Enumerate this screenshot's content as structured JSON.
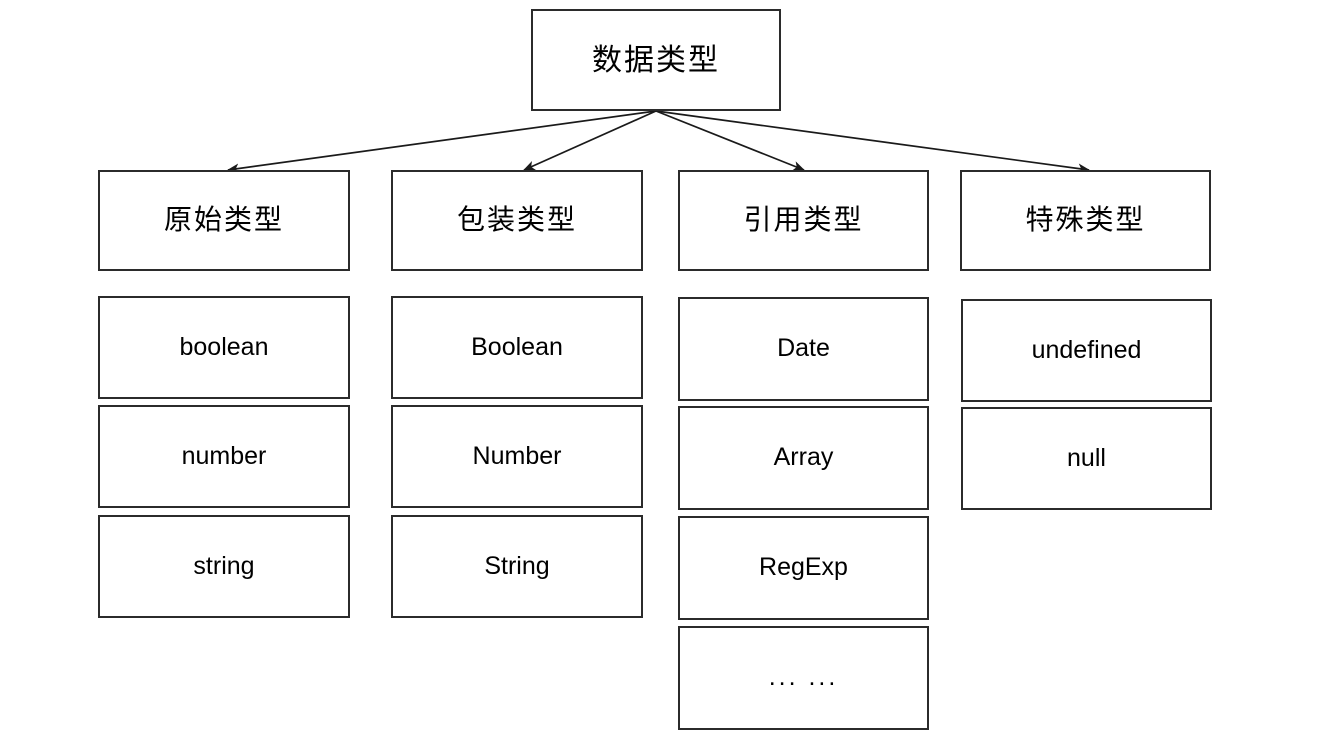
{
  "diagram": {
    "title": "数据类型",
    "root": {
      "label": "数据类型"
    },
    "branches": [
      {
        "label": "原始类型",
        "leaves": [
          {
            "label": "boolean"
          },
          {
            "label": "number"
          },
          {
            "label": "string"
          }
        ]
      },
      {
        "label": "包装类型",
        "leaves": [
          {
            "label": "Boolean"
          },
          {
            "label": "Number"
          },
          {
            "label": "String"
          }
        ]
      },
      {
        "label": "引用类型",
        "leaves": [
          {
            "label": "Date"
          },
          {
            "label": "Array"
          },
          {
            "label": "RegExp"
          },
          {
            "label": "... ..."
          }
        ]
      },
      {
        "label": "特殊类型",
        "leaves": [
          {
            "label": "undefined"
          },
          {
            "label": "null"
          }
        ]
      }
    ],
    "colors": {
      "background": "#ffffff",
      "border": "#2b2b2b",
      "text": "#000000",
      "connector": "#1a1a1a"
    }
  }
}
